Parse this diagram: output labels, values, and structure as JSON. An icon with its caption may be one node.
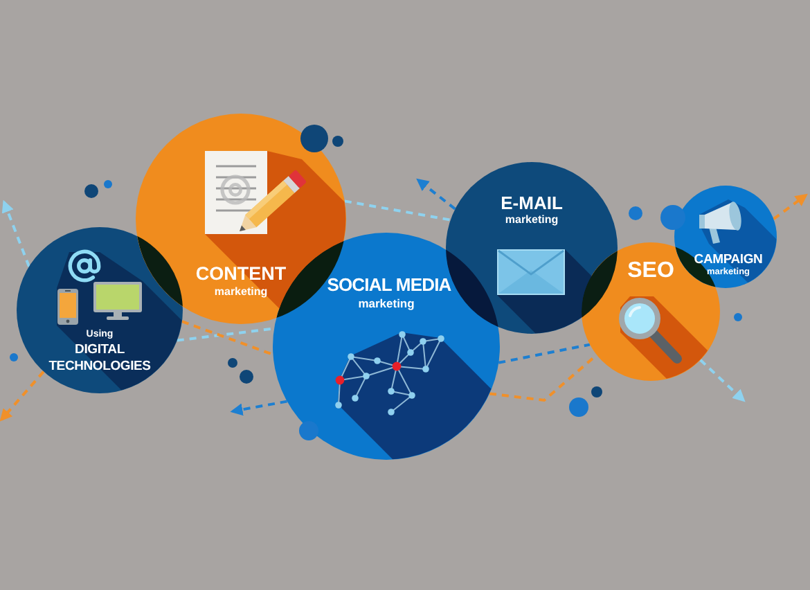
{
  "diagram": {
    "nodes": [
      {
        "text": [
          "Using",
          "DIGITAL TECHNOLOGIES"
        ]
      },
      {
        "text": [
          "CONTENT",
          "marketing"
        ]
      },
      {
        "text": [
          "SOCIAL MEDIA",
          "marketing"
        ]
      },
      {
        "text": [
          "E-MAIL",
          "marketing"
        ]
      },
      {
        "text": [
          "SEO"
        ]
      },
      {
        "text": [
          "CAMPAIGN",
          "marketing"
        ]
      }
    ],
    "edges": [
      {
        "from": 0,
        "to": null,
        "arrow": "to",
        "style": "dashed",
        "color": "#8ed2ef"
      },
      {
        "from": 0,
        "to": null,
        "arrow": "to",
        "style": "dashed",
        "color": "#f0902a"
      },
      {
        "from": 0,
        "to": 2,
        "arrow": "none",
        "style": "dashed",
        "color": "#8ed2ef"
      },
      {
        "from": 0,
        "to": 2,
        "arrow": "none",
        "style": "dashed",
        "color": "#f0902a"
      },
      {
        "from": 1,
        "to": 3,
        "arrow": "none",
        "style": "dashed",
        "color": "#8ed2ef"
      },
      {
        "from": 3,
        "to": null,
        "arrow": "to",
        "style": "dashed",
        "color": "#1d7fd1"
      },
      {
        "from": 2,
        "to": null,
        "arrow": "to",
        "style": "dashed",
        "color": "#1d7fd1"
      },
      {
        "from": 2,
        "to": 4,
        "arrow": "none",
        "style": "dashed",
        "color": "#1d7fd1"
      },
      {
        "from": 2,
        "to": 4,
        "arrow": "none",
        "style": "dashed",
        "color": "#f0902a"
      },
      {
        "from": 4,
        "to": null,
        "arrow": "to",
        "style": "dashed",
        "color": "#8ed2ef"
      },
      {
        "from": 5,
        "to": null,
        "arrow": "to",
        "style": "dashed",
        "color": "#f0902a"
      }
    ]
  }
}
